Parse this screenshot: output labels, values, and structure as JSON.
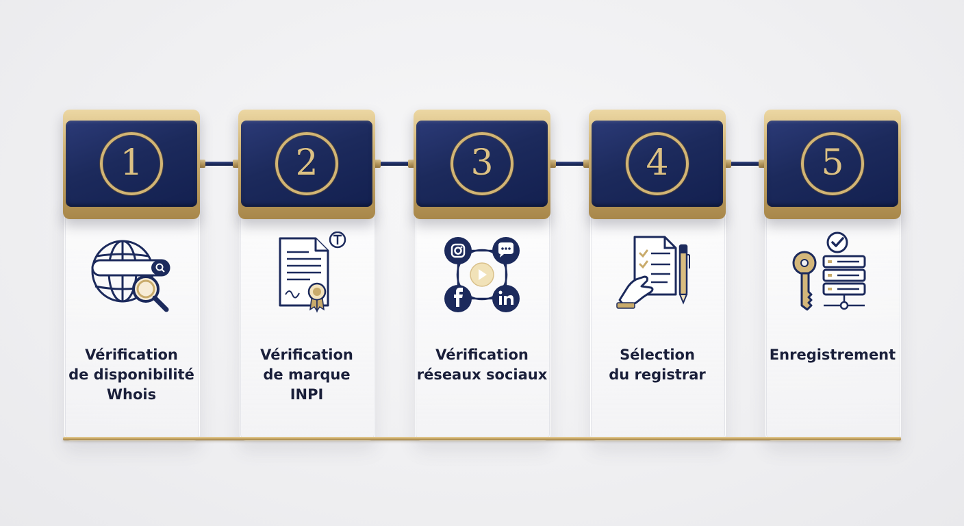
{
  "colors": {
    "navy": "#1c2a5c",
    "gold": "#c9ab6b",
    "background": "#efeff1",
    "text": "#1a1f3a"
  },
  "steps": [
    {
      "number": "1",
      "label": "Vérification\nde disponibilité\nWhois",
      "icon": "globe-search-icon"
    },
    {
      "number": "2",
      "label": "Vérification\nde marque\nINPI",
      "icon": "trademark-certificate-icon"
    },
    {
      "number": "3",
      "label": "Vérification\nréseaux sociaux",
      "icon": "social-network-icon"
    },
    {
      "number": "4",
      "label": "Sélection\ndu registrar",
      "icon": "checklist-hand-icon"
    },
    {
      "number": "5",
      "label": "Enregistrement",
      "icon": "key-server-icon"
    }
  ]
}
